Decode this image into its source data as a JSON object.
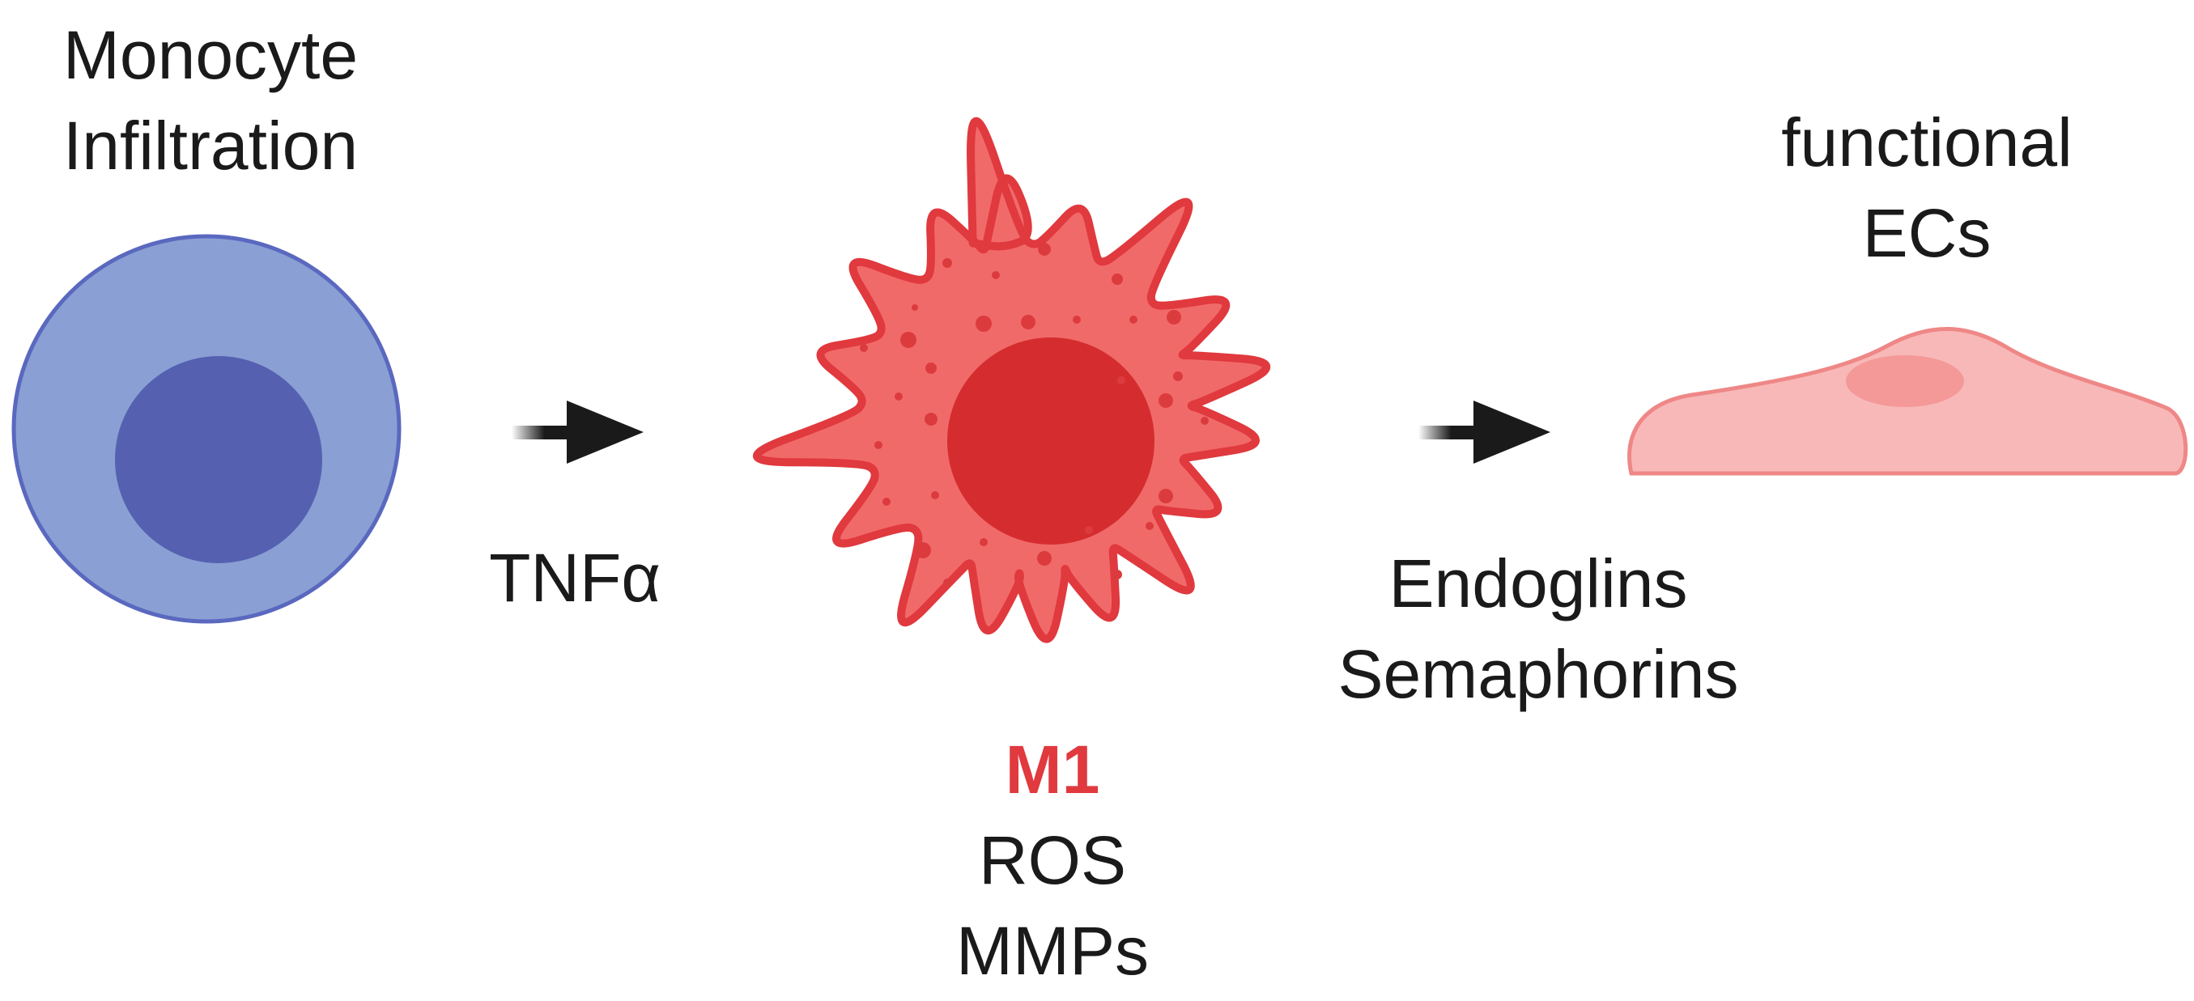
{
  "monocyte": {
    "label_line1": "Monocyte",
    "label_line2": "Infiltration",
    "outer_fill": "#8aa0d4",
    "outer_stroke": "#5a68bf",
    "nucleus_fill": "#5660b0"
  },
  "arrow1": {
    "label": "TNFα"
  },
  "macrophage": {
    "label": "M1",
    "label_color": "#e0393e",
    "products": [
      "ROS",
      "MMPs"
    ],
    "body_fill": "#f16a6a",
    "body_stroke": "#e0393e",
    "nucleus_fill": "#d52d2f"
  },
  "arrow2": {
    "labels": [
      "Endoglins",
      "Semaphorins"
    ]
  },
  "endothelial": {
    "label_line1": "functional",
    "label_line2": "ECs",
    "body_fill": "#f8b8b8",
    "body_stroke": "#ef8787",
    "nucleus_fill": "#f49898"
  },
  "arrow_color": "#1a1a1a"
}
